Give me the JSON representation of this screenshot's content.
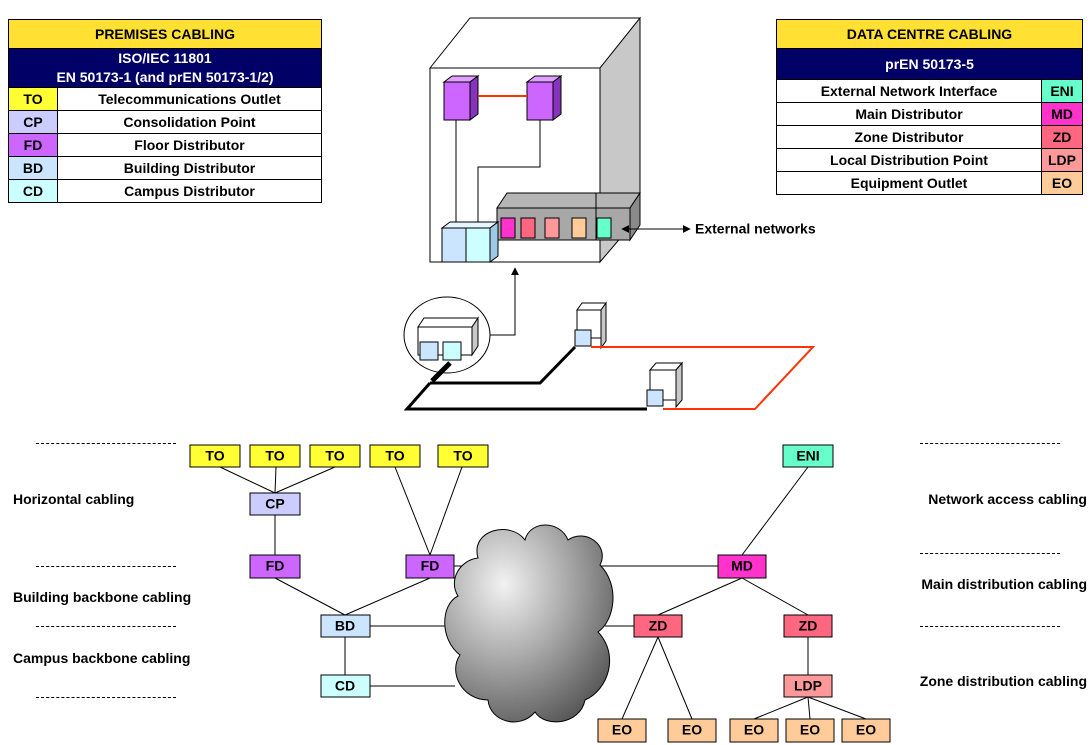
{
  "premises": {
    "title": "PREMISES CABLING",
    "standard_line1": "ISO/IEC 11801",
    "standard_line2": "EN 50173-1 (and prEN 50173-1/2)",
    "rows": [
      {
        "abbr": "TO",
        "name": "Telecommunications Outlet",
        "color": "#ffff33"
      },
      {
        "abbr": "CP",
        "name": "Consolidation Point",
        "color": "#ccccff"
      },
      {
        "abbr": "FD",
        "name": "Floor Distributor",
        "color": "#cc66ff"
      },
      {
        "abbr": "BD",
        "name": "Building Distributor",
        "color": "#cce5ff"
      },
      {
        "abbr": "CD",
        "name": "Campus Distributor",
        "color": "#ccffff"
      }
    ]
  },
  "datacentre": {
    "title": "DATA CENTRE CABLING",
    "standard": "prEN 50173-5",
    "rows": [
      {
        "name": "External Network Interface",
        "abbr": "ENI",
        "color": "#66ffcc"
      },
      {
        "name": "Main Distributor",
        "abbr": "MD",
        "color": "#ff33cc"
      },
      {
        "name": "Zone Distributor",
        "abbr": "ZD",
        "color": "#ff6680"
      },
      {
        "name": "Local Distribution Point",
        "abbr": "LDP",
        "color": "#ff9999"
      },
      {
        "name": "Equipment Outlet",
        "abbr": "EO",
        "color": "#ffcc99"
      }
    ]
  },
  "labels": {
    "external_networks": "External networks",
    "horizontal": "Horizontal cabling",
    "building_backbone": "Building backbone cabling",
    "campus_backbone": "Campus backbone cabling",
    "network_access": "Network access cabling",
    "main_distribution": "Main distribution cabling",
    "zone_distribution": "Zone distribution cabling"
  },
  "nodes": {
    "to": "TO",
    "cp": "CP",
    "fd": "FD",
    "bd": "BD",
    "cd": "CD",
    "eni": "ENI",
    "md": "MD",
    "zd": "ZD",
    "ldp": "LDP",
    "eo": "EO"
  },
  "colors": {
    "to": "#ffff33",
    "cp": "#ccccff",
    "fd": "#cc66ff",
    "bd": "#cce5ff",
    "cd": "#ccffff",
    "eni": "#66ffcc",
    "md": "#ff33cc",
    "zd": "#ff6680",
    "ldp": "#ff9999",
    "eo": "#ffcc99",
    "cable_red": "#ff3300",
    "header_yellow": "#ffe033",
    "header_navy": "#000066"
  }
}
